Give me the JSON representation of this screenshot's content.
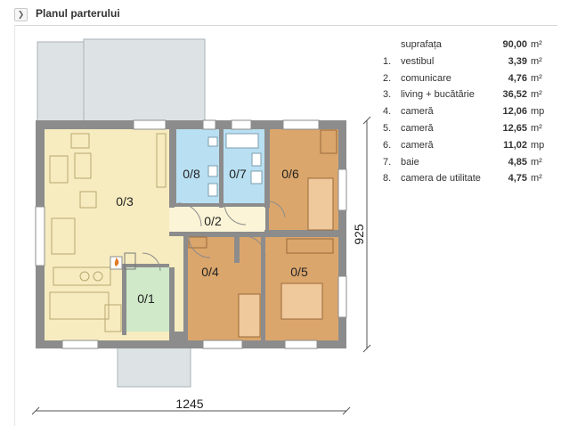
{
  "header": {
    "title": "Planul parterului",
    "expand_icon": "chevron-right-icon"
  },
  "plan": {
    "dimensions": {
      "width": "1245",
      "height": "925"
    },
    "rooms": [
      {
        "id": "r01",
        "label": "0/1"
      },
      {
        "id": "r02",
        "label": "0/2"
      },
      {
        "id": "r03",
        "label": "0/3"
      },
      {
        "id": "r04",
        "label": "0/4"
      },
      {
        "id": "r05",
        "label": "0/5"
      },
      {
        "id": "r06",
        "label": "0/6"
      },
      {
        "id": "r07",
        "label": "0/7"
      },
      {
        "id": "r08",
        "label": "0/8"
      }
    ],
    "colors": {
      "wall": "#8c8c8c",
      "living": "#f7ecbf",
      "bedroom": "#dba66c",
      "bathroom": "#b9e0f2",
      "entry": "#cfe9c9",
      "hall": "#fbf4d6",
      "terrace": "#dde3e5"
    }
  },
  "specs": [
    {
      "num": "",
      "name": "suprafața",
      "value": "90,00",
      "unit": "m²"
    },
    {
      "num": "1.",
      "name": "vestibul",
      "value": "3,39",
      "unit": "m²"
    },
    {
      "num": "2.",
      "name": "comunicare",
      "value": "4,76",
      "unit": "m²"
    },
    {
      "num": "3.",
      "name": "living + bucătărie",
      "value": "36,52",
      "unit": "m²"
    },
    {
      "num": "4.",
      "name": "cameră",
      "value": "12,06",
      "unit": "mp"
    },
    {
      "num": "5.",
      "name": "cameră",
      "value": "12,65",
      "unit": "m²"
    },
    {
      "num": "6.",
      "name": "cameră",
      "value": "11,02",
      "unit": "mp"
    },
    {
      "num": "7.",
      "name": "baie",
      "value": "4,85",
      "unit": "m²"
    },
    {
      "num": "8.",
      "name": "camera de utilitate",
      "value": "4,75",
      "unit": "m²"
    }
  ]
}
